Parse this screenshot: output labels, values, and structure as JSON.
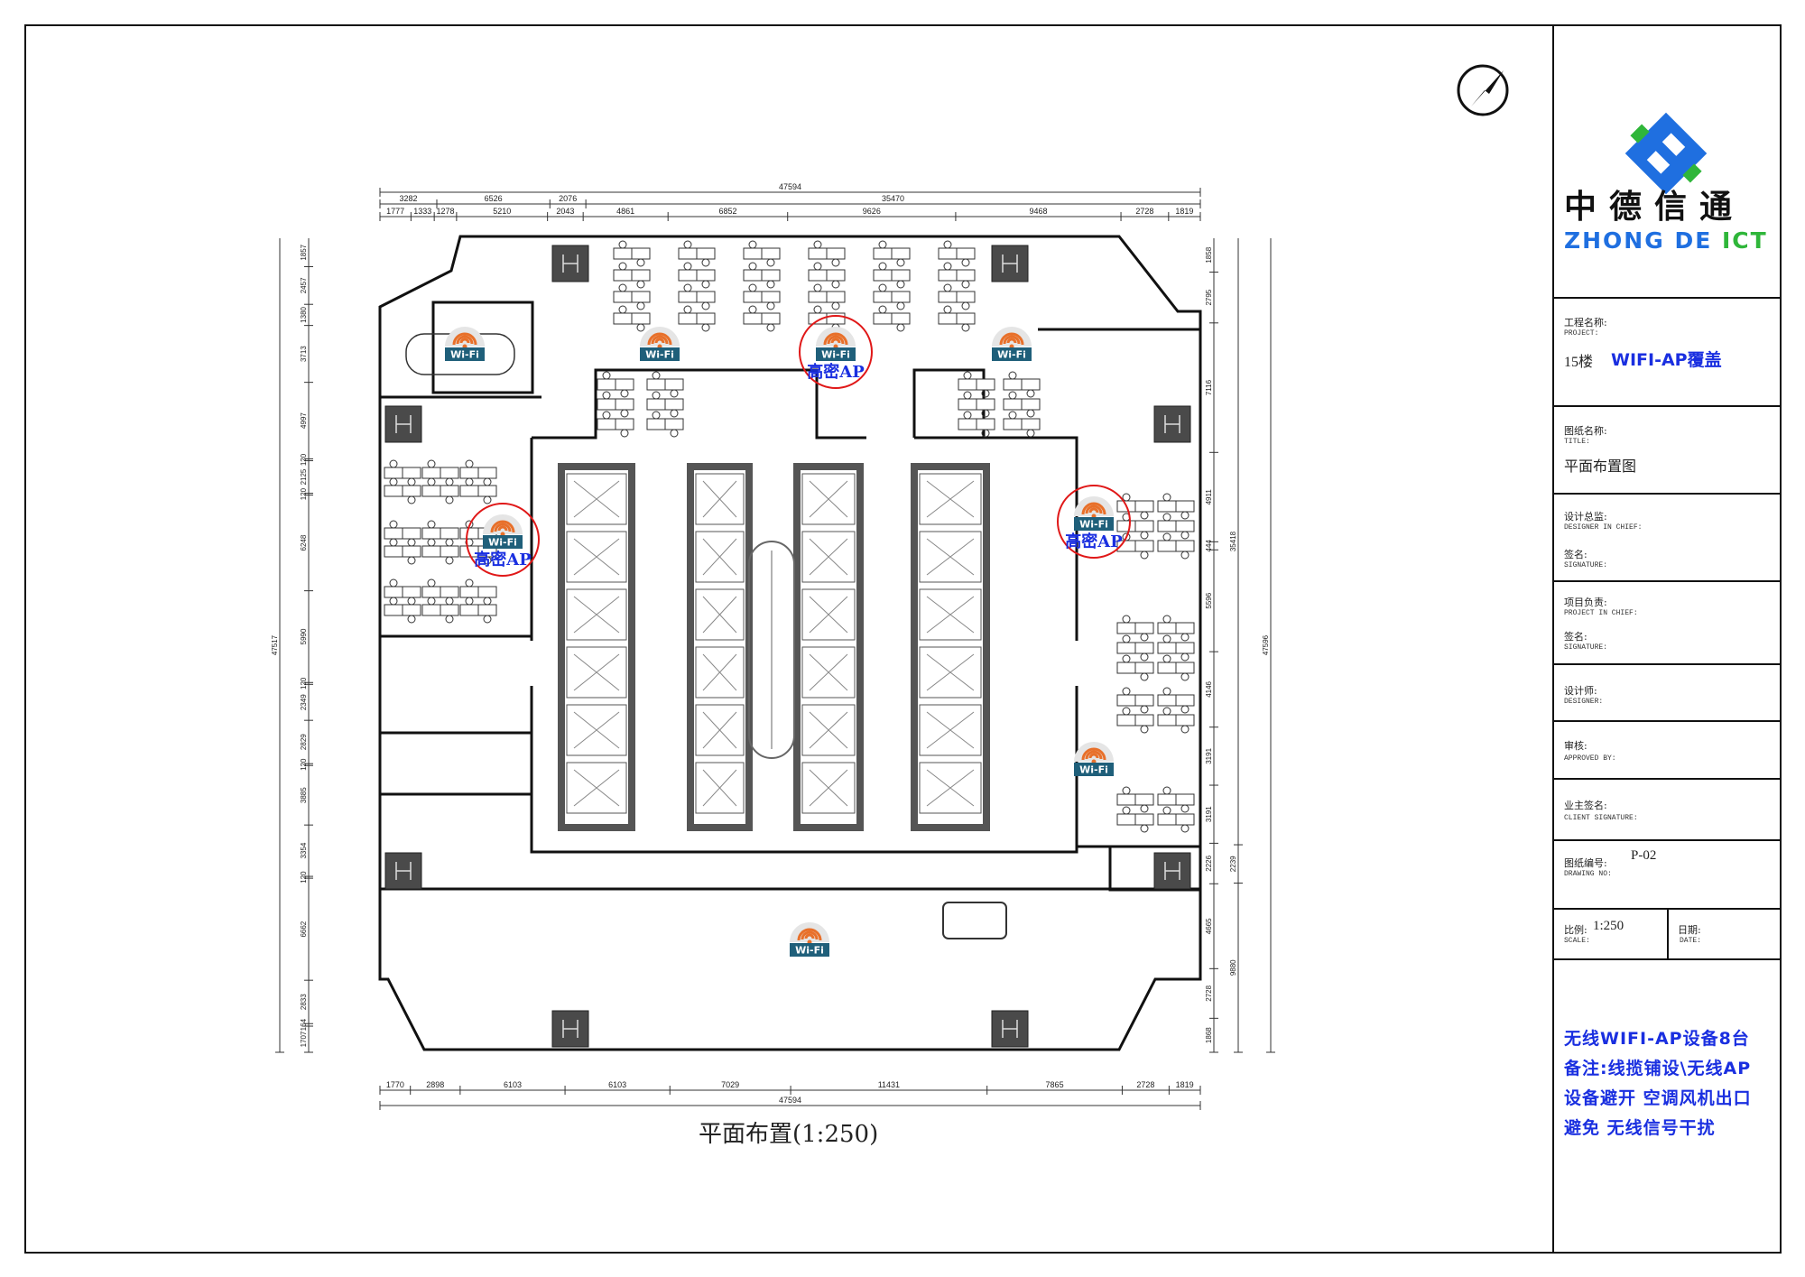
{
  "logo": {
    "cn": "中德信通",
    "en_blue": "ZHONG DE",
    "en_green": "ICT"
  },
  "title_block": {
    "project": {
      "cn": "工程名称:",
      "en": "PROJECT:",
      "floor": "15楼",
      "name": "WIFI-AP覆盖"
    },
    "title": {
      "cn": "图纸名称:",
      "en": "TITLE:",
      "value": "平面布置图"
    },
    "designer_in_chief": {
      "cn": "设计总监:",
      "en": "DESIGNER IN CHIEF:",
      "sign_cn": "签名:",
      "sign_en": "SIGNATURE:"
    },
    "project_in_chief": {
      "cn": "项目负责:",
      "en": "PROJECT IN CHIEF:",
      "sign_cn": "签名:",
      "sign_en": "SIGNATURE:"
    },
    "designer": {
      "cn": "设计师:",
      "en": "DESIGNER:"
    },
    "approved": {
      "cn": "审核:",
      "en": "APPROVED BY:"
    },
    "client": {
      "cn": "业主签名:",
      "en": "CLIENT SIGNATURE:"
    },
    "drawing_no": {
      "cn": "图纸编号:",
      "en": "DRAWING NO:",
      "value": "P-02"
    },
    "scale": {
      "cn": "比例:",
      "en": "SCALE:",
      "value": "1:250"
    },
    "date": {
      "cn": "日期:",
      "en": "DATE:"
    }
  },
  "notes": [
    "无线WIFI-AP设备8台",
    "备注:线揽铺设\\无线AP",
    "设备避开 空调风机出口",
    "避免 无线信号干扰"
  ],
  "caption": "平面布置(1:250)",
  "ap": {
    "wifi_label": "Wi-Fi",
    "high_density_label": "高密AP",
    "accent": "#e8702a",
    "badge": "#1f5f7a",
    "circle": "#e01818"
  },
  "dimensions": {
    "top_total": "47594",
    "top_row2": [
      "3282",
      "6526",
      "2076",
      "35470"
    ],
    "top_row3": [
      "1777",
      "1333",
      "1278",
      "5210",
      "2043",
      "4861",
      "6852",
      "9626",
      "9468",
      "2728",
      "1819"
    ],
    "bottom": [
      "1770",
      "2898",
      "6103",
      "6103",
      "7029",
      "11431",
      "7865",
      "2728",
      "1819"
    ],
    "bottom_total": "47594",
    "left_total": "47517",
    "left": [
      "1857",
      "2457",
      "1380",
      "3713",
      "4997",
      "120",
      "2125",
      "120",
      "6248",
      "5990",
      "120",
      "2349",
      "2829",
      "120",
      "3885",
      "3354",
      "120",
      "6662",
      "2833",
      "164",
      "1707"
    ],
    "right": [
      "1858",
      "2795",
      "7116",
      "4911",
      "444",
      "5596",
      "4146",
      "3191",
      "3191",
      "2226",
      "4665",
      "2728",
      "1868"
    ],
    "right_sub": [
      "35418",
      "2239",
      "9880"
    ],
    "right_total": "47596"
  }
}
